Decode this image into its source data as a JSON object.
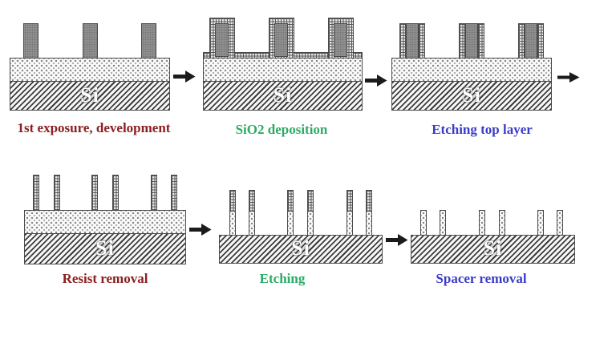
{
  "substrate_label": "Si",
  "steps": [
    {
      "label": "1st exposure, development",
      "label_color": "#8b2022"
    },
    {
      "label": "SiO2 deposition",
      "label_color": "#2bab63"
    },
    {
      "label": "Etching top layer",
      "label_color": "#3b3bc9"
    },
    {
      "label": "Resist removal",
      "label_color": "#8b2022"
    },
    {
      "label": "Etching",
      "label_color": "#2bab63"
    },
    {
      "label": "Spacer removal",
      "label_color": "#3b3bc9"
    }
  ],
  "icons": {
    "arrow": "right-arrow"
  },
  "palette": {
    "outline": "#4a4a4a",
    "resist_gray": "#8f8f8f",
    "arrow_black": "#1b1b1b",
    "background": "#ffffff"
  }
}
